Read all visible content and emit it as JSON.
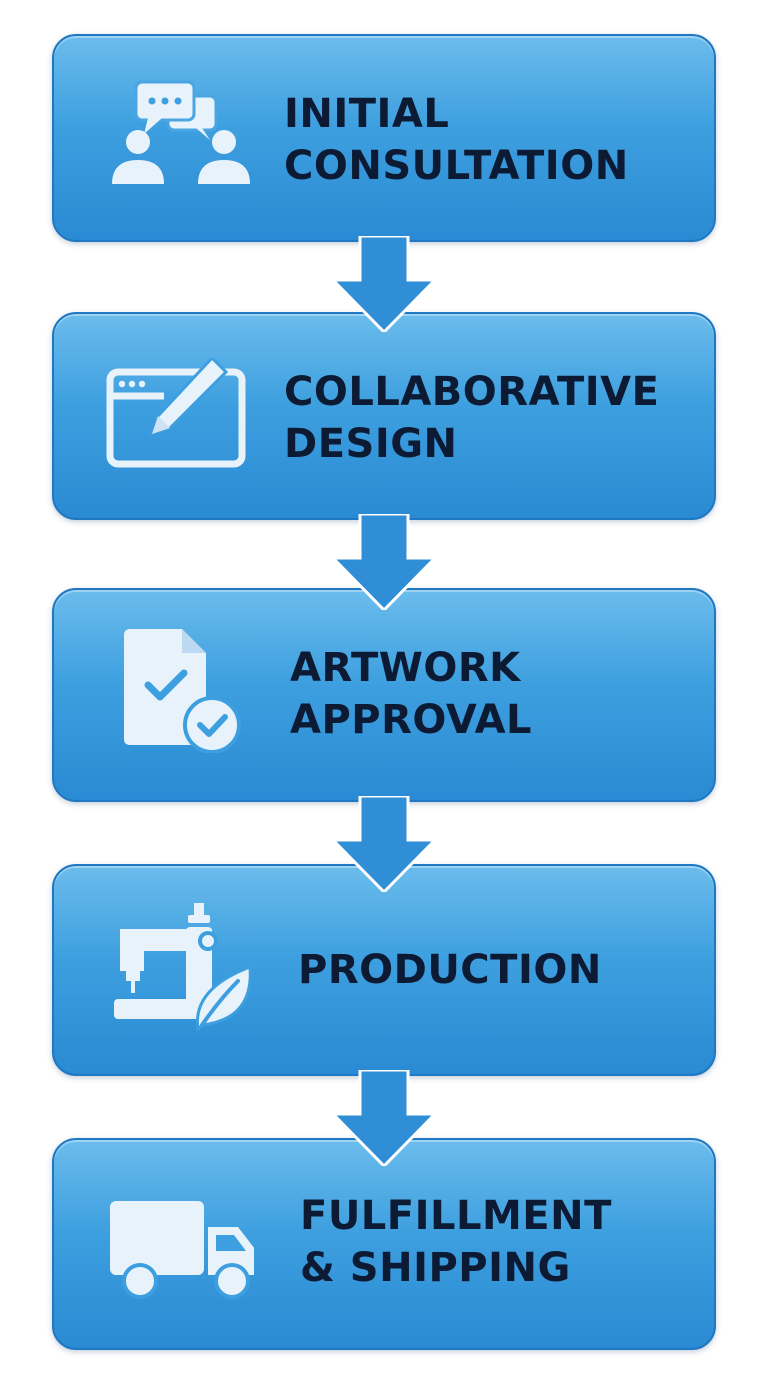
{
  "colors": {
    "box_top": "#6bbcec",
    "box_bottom": "#2a8ad3",
    "box_border": "#1f78c2",
    "arrow": "#2f8ed6",
    "icon": "#e8f2fb",
    "text": "#0c1b33"
  },
  "steps": [
    {
      "line1": "INITIAL",
      "line2": "CONSULTATION",
      "icon": "consultation-icon"
    },
    {
      "line1": "COLLABORATIVE",
      "line2": "DESIGN",
      "icon": "design-edit-icon"
    },
    {
      "line1": "ARTWORK",
      "line2": "APPROVAL",
      "icon": "document-approved-icon"
    },
    {
      "line1": "PRODUCTION",
      "line2": "",
      "icon": "sewing-machine-leaf-icon"
    },
    {
      "line1": "FULFILLMENT",
      "line2": "& SHIPPING",
      "icon": "delivery-truck-icon"
    }
  ]
}
